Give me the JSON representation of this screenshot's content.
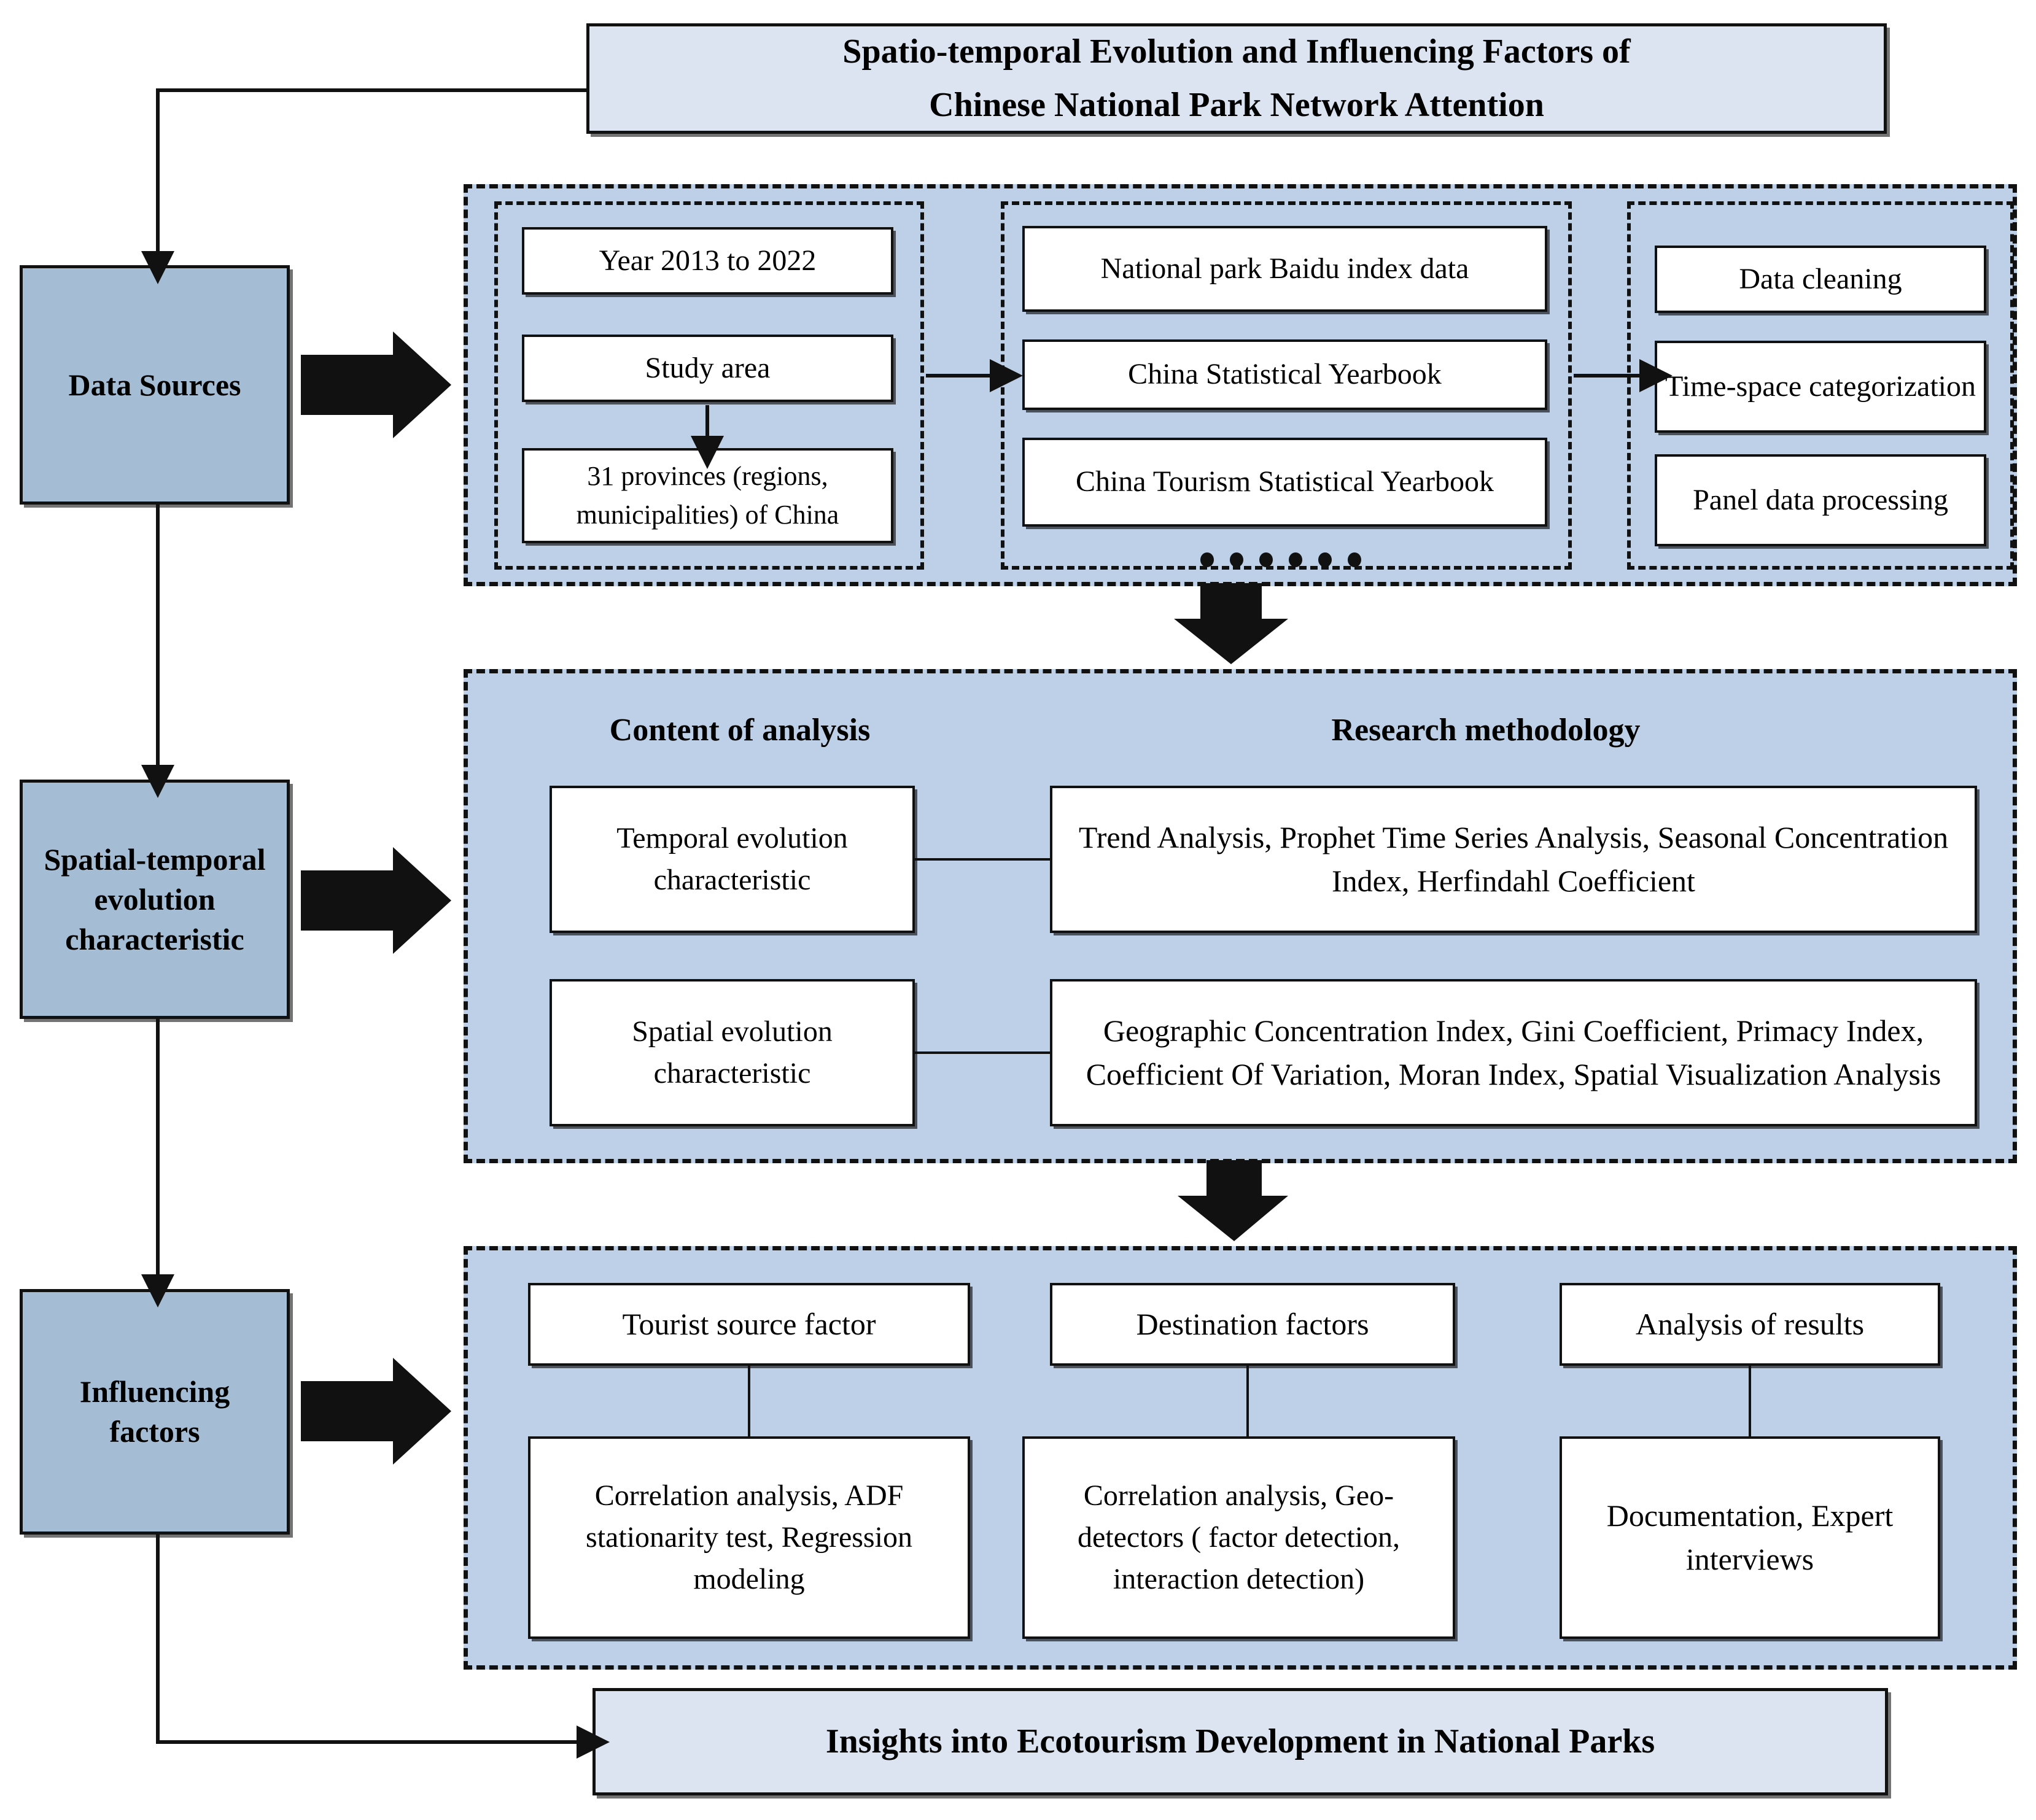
{
  "diagram": {
    "title_banner": {
      "line1": "Spatio-temporal Evolution and Influencing Factors of",
      "line2": "Chinese National Park Network Attention"
    },
    "bottom_banner": {
      "label": "Insights into Ecotourism Development in National Parks"
    },
    "stages": [
      {
        "id": "data-sources",
        "label": "Data Sources"
      },
      {
        "id": "spatial-temporal",
        "label": "Spatial-temporal evolution characteristic"
      },
      {
        "id": "influencing-factors",
        "label": "Influencing factors"
      }
    ],
    "section1": {
      "group1": {
        "items": [
          "Year 2013 to 2022",
          "Study area",
          "31 provinces (regions, municipalities) of China"
        ]
      },
      "group2": {
        "items": [
          "National park Baidu index data",
          "China Statistical Yearbook",
          "China Tourism Statistical Yearbook"
        ],
        "ellipsis_count": 6
      },
      "group3": {
        "items": [
          "Data cleaning",
          "Time-space categorization",
          "Panel data processing"
        ]
      }
    },
    "section2": {
      "headings": {
        "content": "Content of analysis",
        "methodology": "Research methodology"
      },
      "rows": [
        {
          "content": "Temporal evolution characteristic",
          "methodology": "Trend Analysis, Prophet Time Series Analysis, Seasonal Concentration Index, Herfindahl Coefficient"
        },
        {
          "content": "Spatial evolution characteristic",
          "methodology": "Geographic Concentration Index, Gini Coefficient, Primacy Index, Coefficient Of Variation, Moran Index, Spatial Visualization Analysis"
        }
      ]
    },
    "section3": {
      "columns": [
        {
          "header": "Tourist source factor",
          "body": "Correlation analysis, ADF stationarity test, Regression modeling"
        },
        {
          "header": "Destination factors",
          "body": "Correlation analysis, Geo-detectors ( factor detection, interaction detection)"
        },
        {
          "header": "Analysis of results",
          "body": "Documentation, Expert interviews"
        }
      ]
    },
    "colors": {
      "banner_fill": "#dce4f2",
      "stage_fill": "#a4bcd4",
      "panel_fill": "#bdd0e8",
      "box_fill": "#ffffff",
      "stroke": "#111111"
    }
  }
}
